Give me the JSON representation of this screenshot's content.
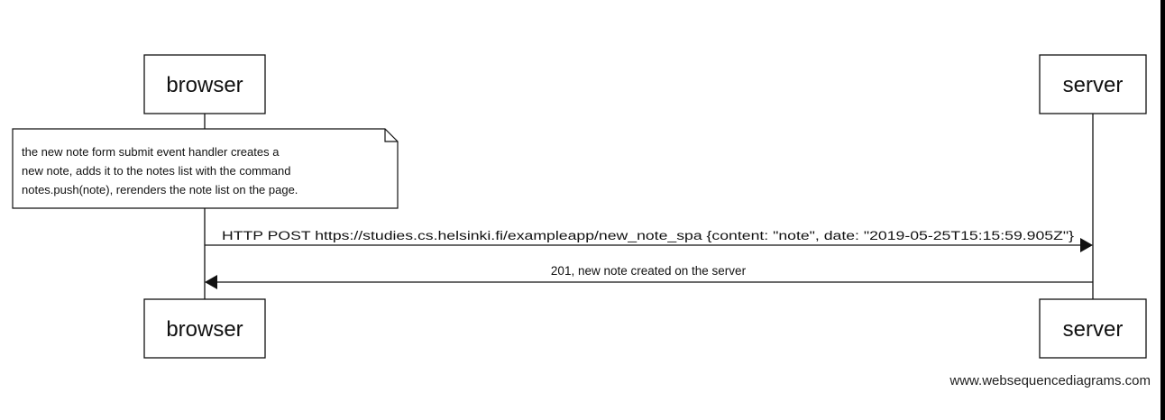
{
  "participants": [
    {
      "id": "browser",
      "label": "browser"
    },
    {
      "id": "server",
      "label": "server"
    }
  ],
  "note": {
    "over": "browser",
    "lines": [
      "the new note form submit event handler creates a",
      "new note, adds it to the notes list with the command",
      "notes.push(note), rerenders the note list on the page."
    ]
  },
  "messages": [
    {
      "from": "browser",
      "to": "server",
      "label": "HTTP POST https://studies.cs.helsinki.fi/exampleapp/new_note_spa {content: \"note\", date: \"2019-05-25T15:15:59.905Z\"}"
    },
    {
      "from": "server",
      "to": "browser",
      "label": "201, new note created on the server"
    }
  ],
  "watermark": "www.websequencediagrams.com",
  "colors": {
    "line": "#111111",
    "box_fill": "#ffffff",
    "right_edge": "#000000"
  }
}
